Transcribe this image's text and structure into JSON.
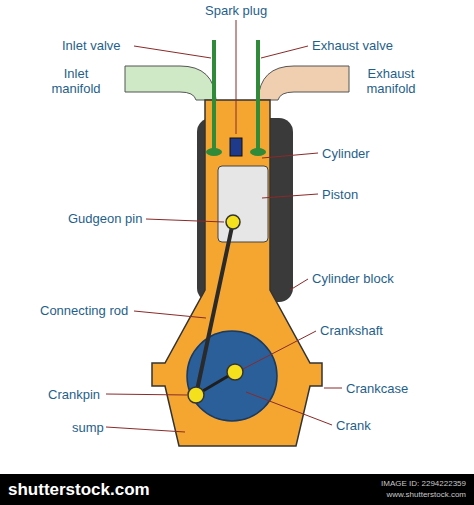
{
  "diagram": {
    "labels": [
      "Spark plug",
      "Inlet valve",
      "Exhaust valve",
      "Inlet manifold",
      "Exhaust manifold",
      "Cylinder",
      "Piston",
      "Gudgeon pin",
      "Cylinder block",
      "Connecting rod",
      "Crankshaft",
      "Crankpin",
      "Crankcase",
      "sump",
      "Crank",
      "shutterstock.com",
      "IMAGE ID: 2294222359",
      "www.shutterstock.com"
    ]
  }
}
